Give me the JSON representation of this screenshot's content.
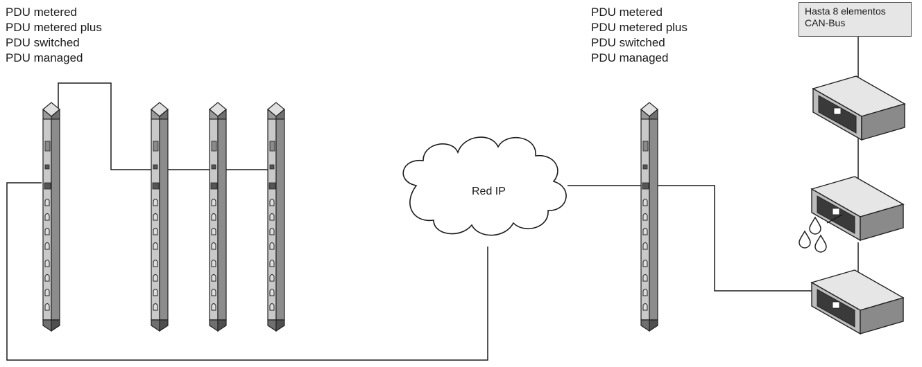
{
  "left_group": {
    "pdu_types": [
      "PDU metered",
      "PDU metered plus",
      "PDU switched",
      "PDU managed"
    ]
  },
  "right_group": {
    "pdu_types": [
      "PDU metered",
      "PDU metered plus",
      "PDU switched",
      "PDU managed"
    ]
  },
  "network": {
    "label": "Red IP"
  },
  "canbus": {
    "line1": "Hasta 8 elementos",
    "line2": "CAN-Bus"
  },
  "icons": {
    "pdu": "vertical-power-strip-icon",
    "cloud": "network-cloud-icon",
    "sensor": "sensor-module-icon",
    "water": "water-drops-icon"
  },
  "colors": {
    "line": "#1a1a1a",
    "pdu_body": "#c9c9c9",
    "pdu_dark": "#7a7a7a",
    "box_fill": "#e6e6e6"
  }
}
